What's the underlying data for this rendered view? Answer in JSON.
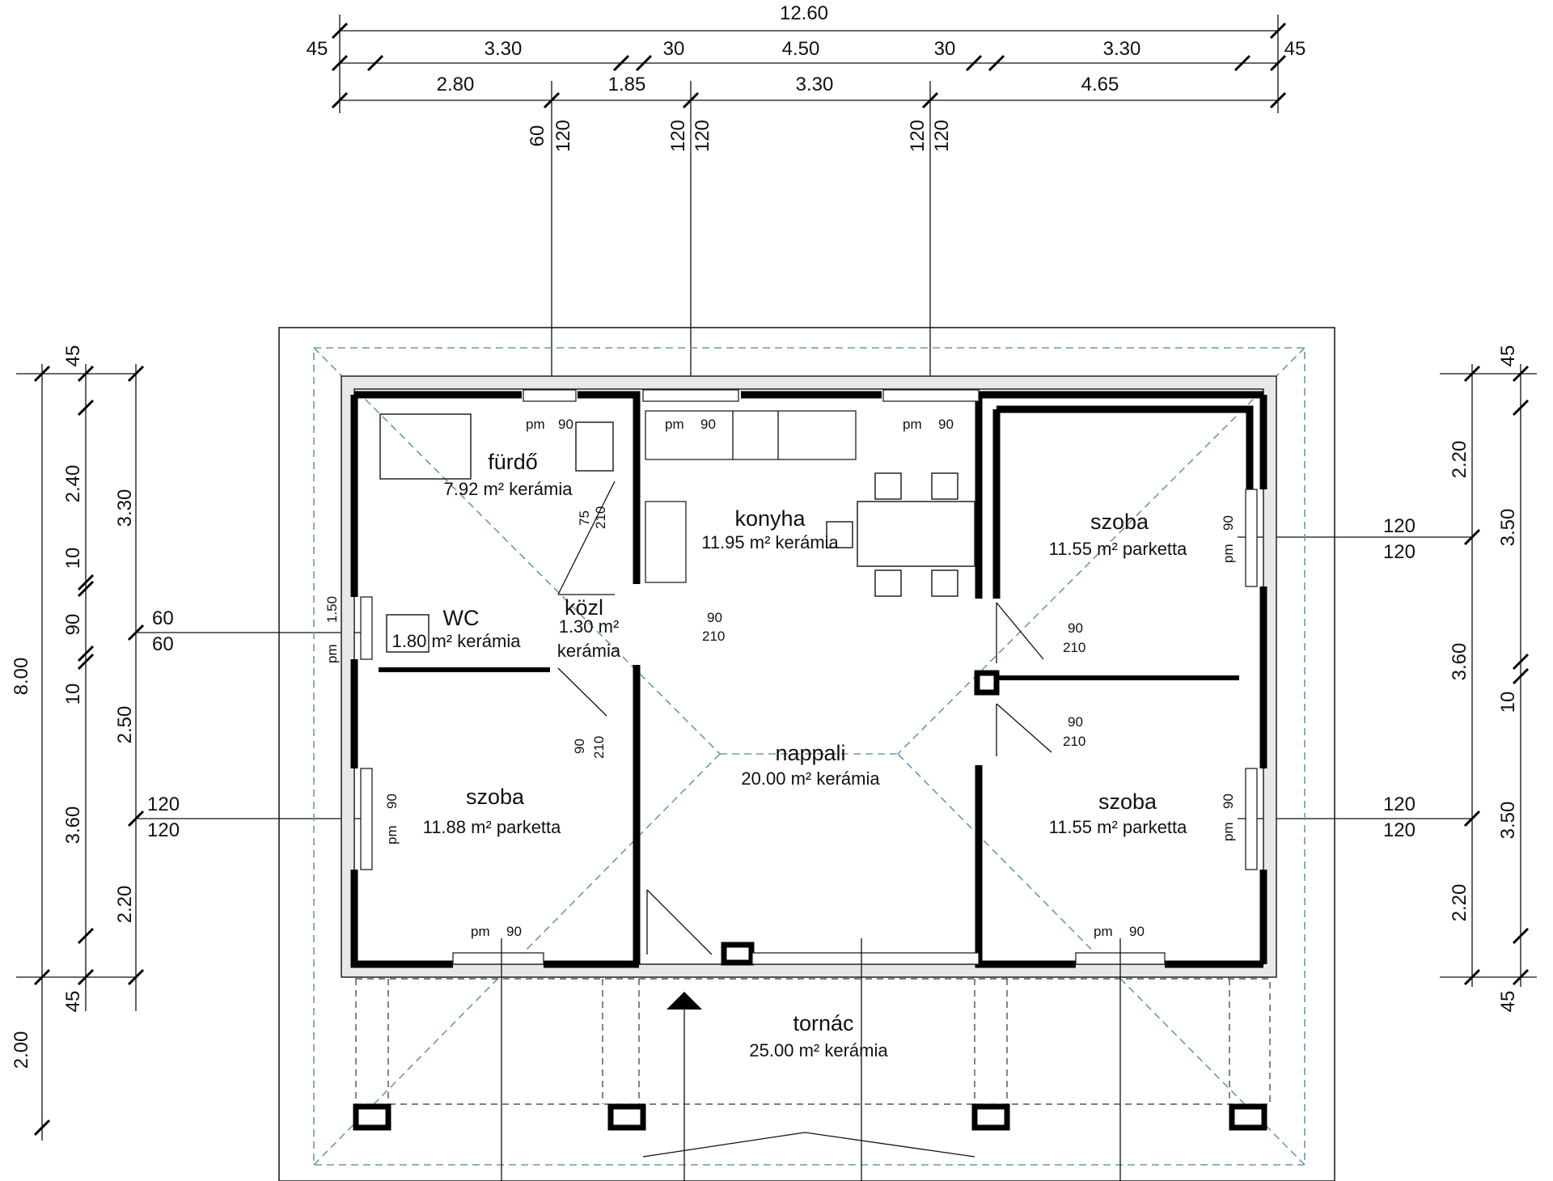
{
  "dims_top": {
    "total": "12.60",
    "row2": [
      "45",
      "3.30",
      "30",
      "4.50",
      "30",
      "3.30",
      "45"
    ],
    "row3": [
      "2.80",
      "1.85",
      "3.30",
      "4.65"
    ],
    "row3_vertical": [
      "60",
      "120",
      "120",
      "120",
      "120",
      "120"
    ]
  },
  "dims_left": {
    "total": "8.00",
    "porch": "2.00",
    "chain_a": [
      "45",
      "2.40",
      "10",
      "90",
      "10",
      "2.50",
      "2.20",
      "45"
    ],
    "chain_b": [
      "3.30",
      "3.60"
    ],
    "callout_1": [
      "60",
      "60"
    ],
    "callout_2": [
      "120",
      "120"
    ]
  },
  "dims_right": {
    "chain": [
      "45",
      "2.20",
      "3.50",
      "3.60",
      "10",
      "3.50",
      "2.20",
      "45"
    ],
    "callout_1": [
      "120",
      "120"
    ],
    "callout_2": [
      "120",
      "120"
    ]
  },
  "rooms": {
    "furdo": {
      "name": "fürdő",
      "area": "7.92 m² kerámia"
    },
    "wc": {
      "name": "WC",
      "area": "1.80 m² kerámia"
    },
    "kozl": {
      "name": "közl",
      "area_a": "1.30 m²",
      "area_b": "kerámia"
    },
    "konyha": {
      "name": "konyha",
      "area": "11.95 m² kerámia"
    },
    "szoba_ne": {
      "name": "szoba",
      "area": "11.55 m² parketta"
    },
    "szoba_sw": {
      "name": "szoba",
      "area": "11.88 m² parketta"
    },
    "szoba_se": {
      "name": "szoba",
      "area": "11.55 m² parketta"
    },
    "nappali": {
      "name": "nappali",
      "area": "20.00 m² kerámia"
    },
    "tornac": {
      "name": "tornác",
      "area": "25.00 m² kerámia"
    }
  },
  "openings": {
    "pm": "pm",
    "w90": "90",
    "w75": "75",
    "h210": "210",
    "w150": "1.50"
  }
}
